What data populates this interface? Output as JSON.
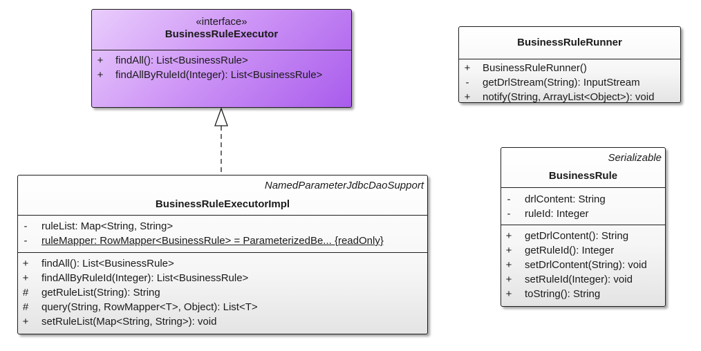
{
  "diagram": {
    "classes": [
      {
        "id": "business-rule-executor",
        "stereotype": "«interface»",
        "name": "BusinessRuleExecutor",
        "superclass": "",
        "attributes": [],
        "operations": [
          {
            "vis": "+",
            "text": "findAll(): List<BusinessRule>"
          },
          {
            "vis": "+",
            "text": "findAllByRuleId(Integer): List<BusinessRule>"
          }
        ]
      },
      {
        "id": "business-rule-runner",
        "stereotype": "",
        "name": "BusinessRuleRunner",
        "superclass": "",
        "attributes": [],
        "operations": [
          {
            "vis": "+",
            "text": "BusinessRuleRunner()"
          },
          {
            "vis": "-",
            "text": "getDrlStream(String): InputStream"
          },
          {
            "vis": "+",
            "text": "notify(String, ArrayList<Object>): void"
          }
        ]
      },
      {
        "id": "business-rule-executor-impl",
        "stereotype": "",
        "name": "BusinessRuleExecutorImpl",
        "superclass": "NamedParameterJdbcDaoSupport",
        "attributes": [
          {
            "vis": "-",
            "text": "ruleList: Map<String, String>"
          },
          {
            "vis": "-",
            "text": "ruleMapper: RowMapper<BusinessRule> = ParameterizedBe... {readOnly}"
          }
        ],
        "operations": [
          {
            "vis": "+",
            "text": "findAll(): List<BusinessRule>"
          },
          {
            "vis": "+",
            "text": "findAllByRuleId(Integer): List<BusinessRule>"
          },
          {
            "vis": "#",
            "text": "getRuleList(String): String"
          },
          {
            "vis": "#",
            "text": "query(String, RowMapper<T>, Object): List<T>"
          },
          {
            "vis": "+",
            "text": "setRuleList(Map<String, String>): void"
          }
        ]
      },
      {
        "id": "business-rule",
        "stereotype": "",
        "name": "BusinessRule",
        "superclass": "Serializable",
        "attributes": [
          {
            "vis": "-",
            "text": "drlContent: String"
          },
          {
            "vis": "-",
            "text": "ruleId: Integer"
          }
        ],
        "operations": [
          {
            "vis": "+",
            "text": "getDrlContent(): String"
          },
          {
            "vis": "+",
            "text": "getRuleId(): Integer"
          },
          {
            "vis": "+",
            "text": "setDrlContent(String): void"
          },
          {
            "vis": "+",
            "text": "setRuleId(Integer): void"
          },
          {
            "vis": "+",
            "text": "toString(): String"
          }
        ]
      }
    ],
    "relations": [
      {
        "type": "realization",
        "from": "business-rule-executor-impl",
        "to": "business-rule-executor"
      }
    ],
    "colors": {
      "interface_fill": "#cf97f6",
      "class_fill": "#f6f6f6",
      "border": "#1c1c1c"
    }
  }
}
